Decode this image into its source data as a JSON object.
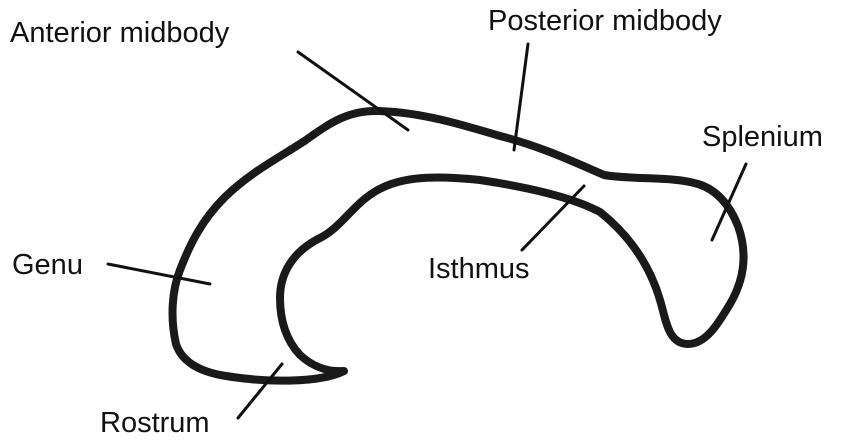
{
  "diagram": {
    "labels": {
      "anterior_midbody": "Anterior midbody",
      "posterior_midbody": "Posterior midbody",
      "splenium": "Splenium",
      "genu": "Genu",
      "isthmus": "Isthmus",
      "rostrum": "Rostrum"
    },
    "colors": {
      "outline": "#1a1a1a",
      "text": "#111111",
      "background": "#ffffff"
    }
  }
}
